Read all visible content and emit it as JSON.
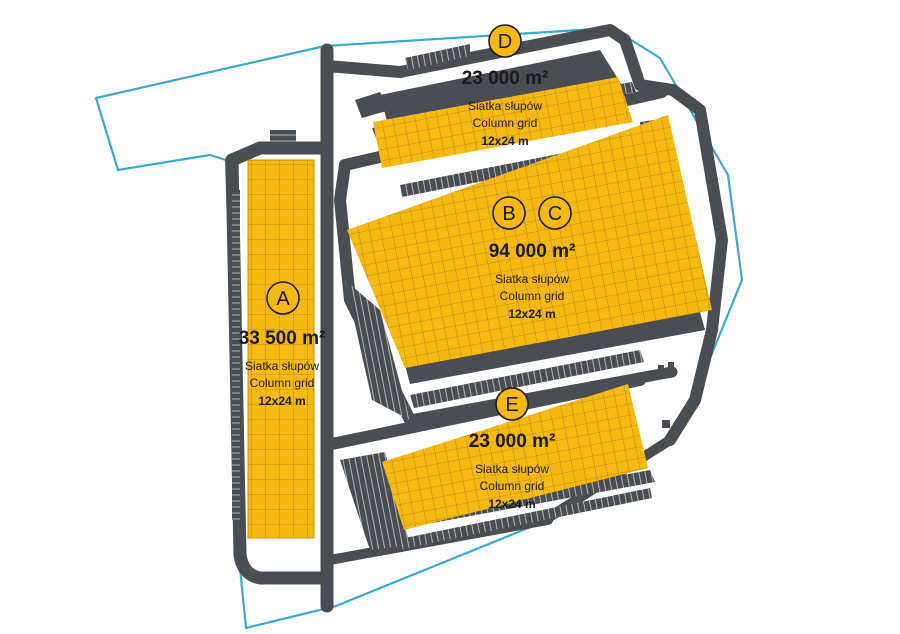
{
  "colors": {
    "warehouse": "#f6b912",
    "warehouse_grid": "#8a6a10",
    "road": "#4a4d52",
    "road_markings": "#d9d9d9",
    "boundary": "#3aa8cf",
    "label_text": "#1a1a1a"
  },
  "buildings": [
    {
      "id": "A",
      "letter": "A",
      "area": "33 500 m²",
      "grid_label_pl": "Siatka słupów",
      "grid_label_en": "Column grid",
      "grid_size": "12x24 m"
    },
    {
      "id": "D",
      "letter": "D",
      "area": "23 000 m²",
      "grid_label_pl": "Siatka słupów",
      "grid_label_en": "Column grid",
      "grid_size": "12x24 m"
    },
    {
      "id": "BC",
      "letters": [
        "B",
        "C"
      ],
      "area": "94 000 m²",
      "grid_label_pl": "Siatka słupów",
      "grid_label_en": "Column grid",
      "grid_size": "12x24 m"
    },
    {
      "id": "E",
      "letter": "E",
      "area": "23 000 m²",
      "grid_label_pl": "Siatka słupów",
      "grid_label_en": "Column grid",
      "grid_size": "12x24 m"
    }
  ]
}
